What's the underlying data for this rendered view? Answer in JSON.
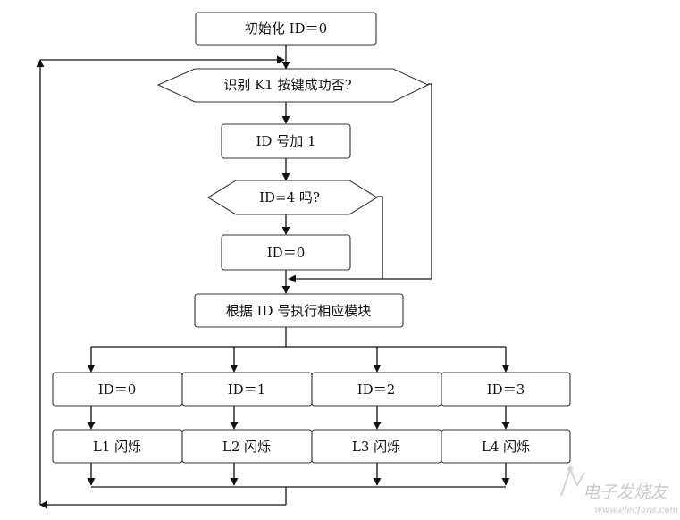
{
  "flowchart": {
    "init": "初始化 ID＝0",
    "check_k1": "识别 K1 按键成功否?",
    "id_inc": "ID 号加 1",
    "check_id4": "ID=4 吗?",
    "id_reset": "ID＝0",
    "execute": "根据 ID 号执行相应模块",
    "cases": [
      "ID＝0",
      "ID＝1",
      "ID＝2",
      "ID＝3"
    ],
    "blinks": [
      "L1 闪烁",
      "L2 闪烁",
      "L3 闪烁",
      "L4 闪烁"
    ]
  },
  "watermark": {
    "text": "电子发烧友",
    "url": "www.elecfans.com"
  }
}
